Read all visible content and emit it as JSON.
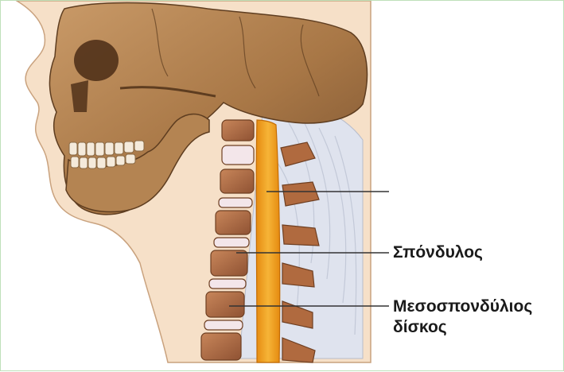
{
  "labels": {
    "vertebra": "Σπόνδυλος",
    "disc_line1": "Μεσοσπονδύλιος",
    "disc_line2": "δίσκος"
  },
  "colors": {
    "skin": "#f6e0c8",
    "bone": "#b9895a",
    "bone_dark": "#7a5230",
    "spinal_cord": "#f0a020",
    "ligament": "#d9dde8",
    "disc": "#f3e6ea",
    "leader_line": "#333333",
    "frame_border": "#bfe0b9"
  }
}
